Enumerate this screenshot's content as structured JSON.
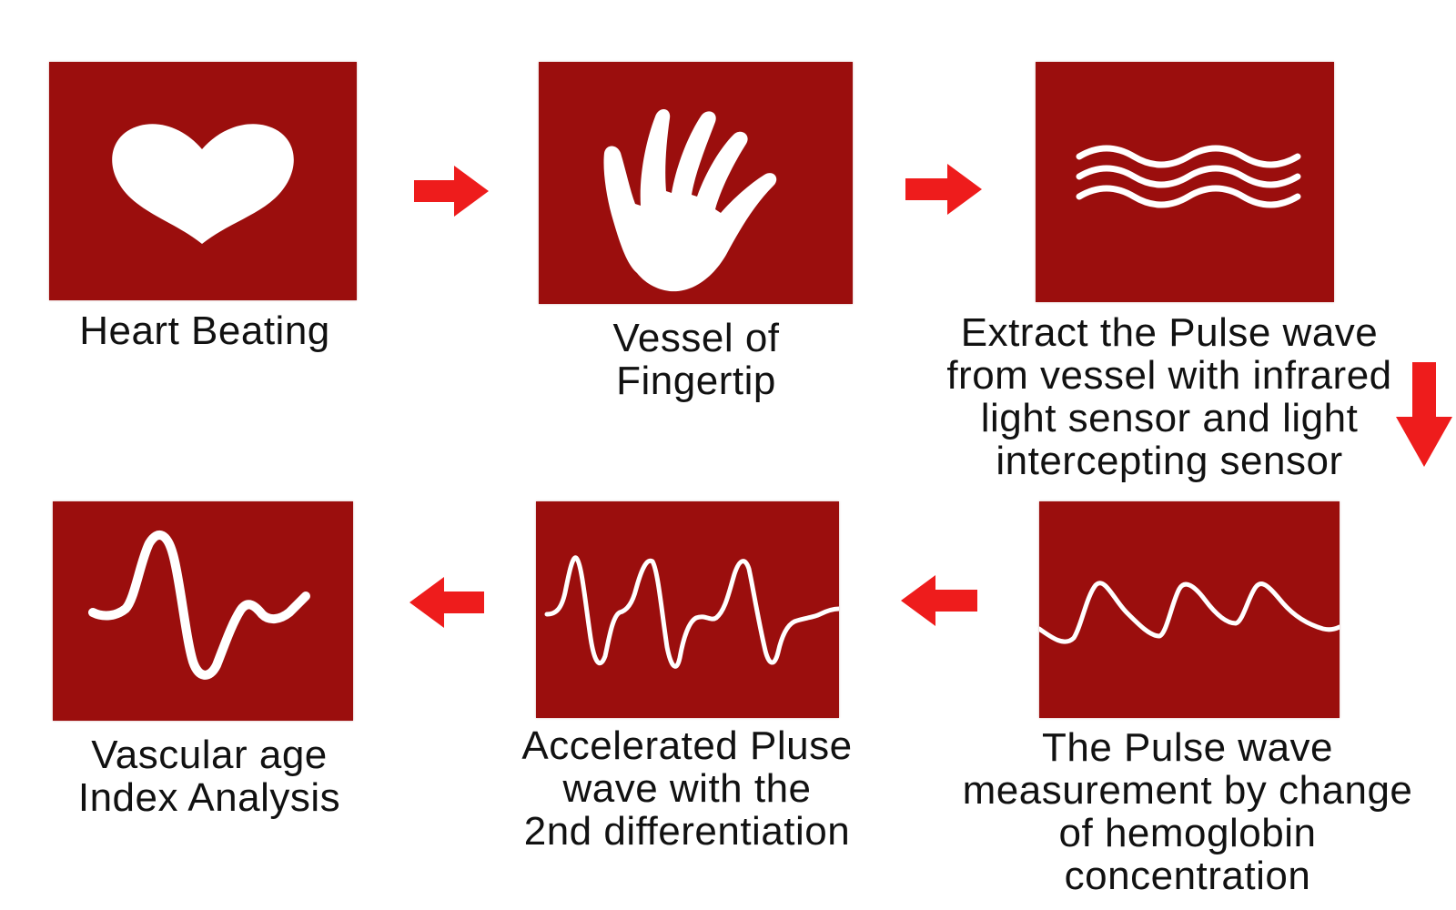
{
  "colors": {
    "panel": "#9b0e0d",
    "arrow": "#ee1c1c",
    "icon": "#ffffff",
    "text": "#111111"
  },
  "steps": [
    {
      "label": "Heart Beating",
      "icon": "heart-icon"
    },
    {
      "label": "Vessel of\nFingertip",
      "icon": "hand-icon"
    },
    {
      "label": "Extract the Pulse wave\nfrom vessel with infrared\nlight sensor and light\nintercepting sensor",
      "icon": "wavy-lines-icon"
    },
    {
      "label": "The Pulse wave\nmeasurement by change\nof hemoglobin\nconcentration",
      "icon": "pulse-wave-icon"
    },
    {
      "label": "Accelerated Pluse\nwave with the\n2nd differentiation",
      "icon": "accelerated-wave-icon"
    },
    {
      "label": "Vascular age\nIndex Analysis",
      "icon": "vascular-wave-icon"
    }
  ]
}
